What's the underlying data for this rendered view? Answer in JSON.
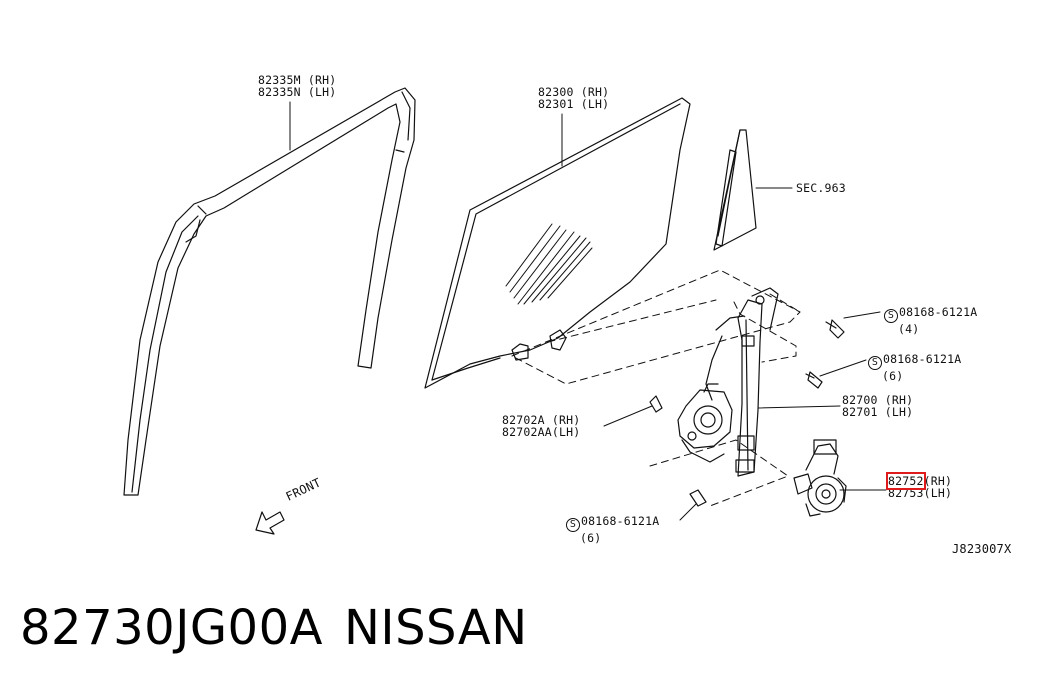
{
  "parts": [
    {
      "id": "sash-label",
      "rh": "82335M (RH)",
      "lh": "82335N (LH)"
    },
    {
      "id": "glass-label",
      "rh": "82300 (RH)",
      "lh": "82301 (LH)"
    },
    {
      "id": "regulator-label",
      "rh": "82700 (RH)",
      "lh": "82701 (LH)"
    },
    {
      "id": "bracket-label",
      "rh": "82702A (RH)",
      "lh": "82702AA(LH)"
    },
    {
      "id": "motor-label",
      "rh_code": "82752",
      "rh_suffix": "(RH)",
      "lh": "82753(LH)"
    }
  ],
  "section_ref": "SEC.963",
  "bolts": [
    {
      "symbol": "S",
      "part": "08168-6121A",
      "qty": "(4)"
    },
    {
      "symbol": "S",
      "part": "08168-6121A",
      "qty": "(6)"
    },
    {
      "symbol": "S",
      "part": "08168-6121A",
      "qty": "(6)"
    }
  ],
  "front_label": "FRONT",
  "diagram_code": "J823007X",
  "footer": {
    "part_number": "82730JG00A",
    "brand": "NISSAN"
  },
  "highlight_color": "#e01b1b"
}
